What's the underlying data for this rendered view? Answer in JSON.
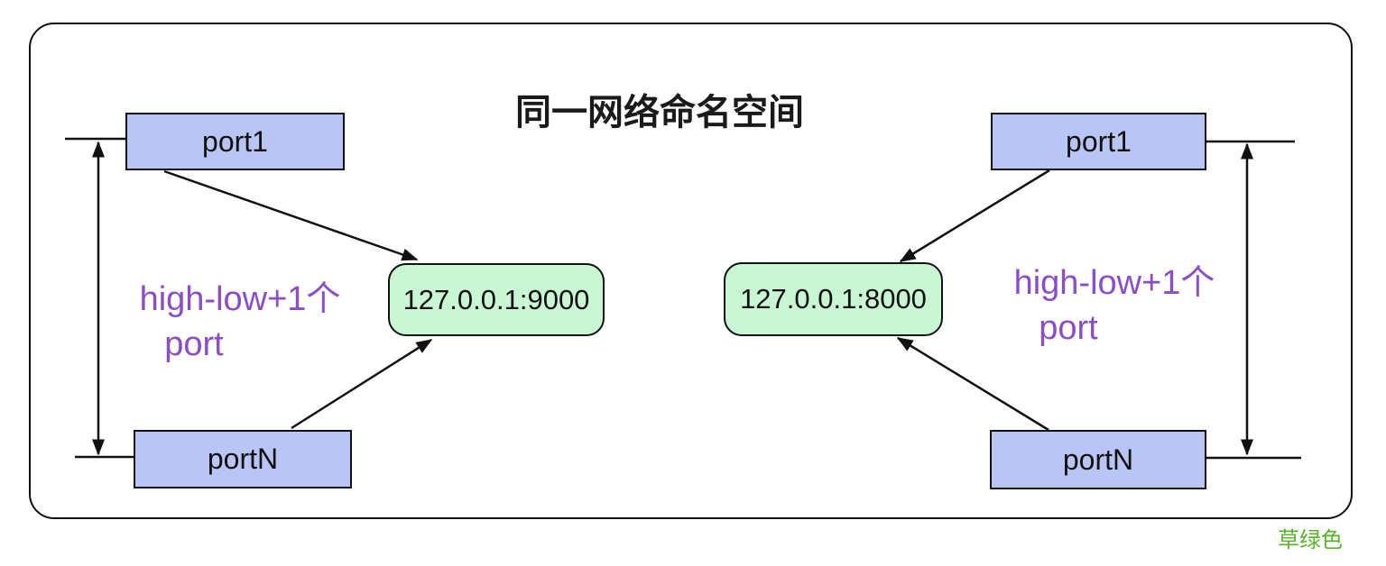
{
  "title": "同一网络命名空间",
  "caption": "草绿色",
  "left_group": {
    "port_top": "port1",
    "port_bottom": "portN",
    "endpoint": "127.0.0.1:9000",
    "range_label_line1": "high-low+1个",
    "range_label_line2": "port"
  },
  "right_group": {
    "port_top": "port1",
    "port_bottom": "portN",
    "endpoint": "127.0.0.1:8000",
    "range_label_line1": "high-low+1个",
    "range_label_line2": "port"
  },
  "colors": {
    "port_box_fill": "#b9c5f5",
    "endpoint_box_fill": "#c9f6d3",
    "range_label_purple": "#8b4dc8",
    "caption_green": "#56b327",
    "line_black": "#111111"
  }
}
